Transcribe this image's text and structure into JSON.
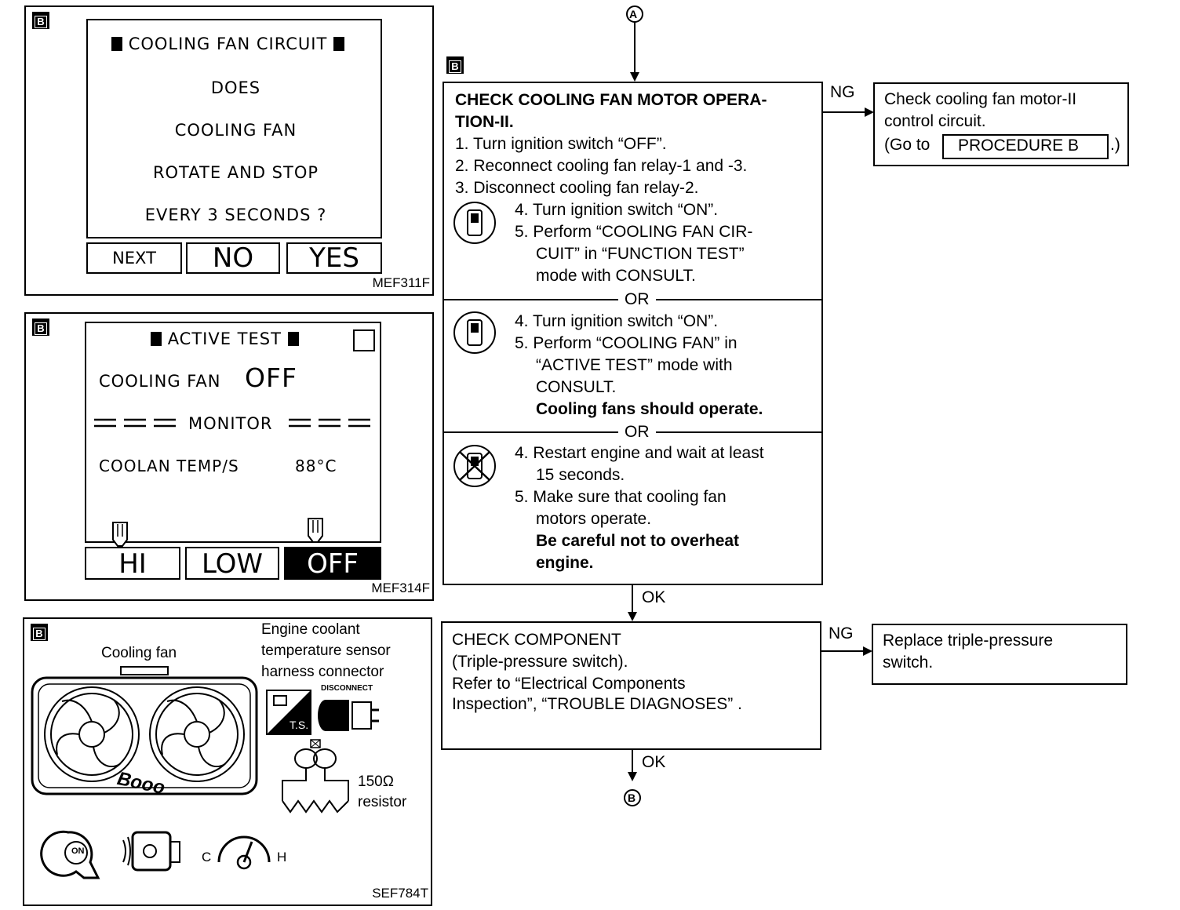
{
  "panel1": {
    "badge": "B",
    "title": "COOLING FAN CIRCUIT",
    "lines": [
      "DOES",
      "COOLING FAN",
      "ROTATE AND STOP",
      "EVERY 3 SECONDS ?"
    ],
    "buttons": [
      "NEXT",
      "NO",
      "YES"
    ],
    "code": "MEF311F"
  },
  "panel2": {
    "badge": "B",
    "title": "ACTIVE TEST",
    "fan_label": "COOLING FAN",
    "fan_value": "OFF",
    "monitor": "MONITOR",
    "temp_label": "COOLAN TEMP/S",
    "temp_value": "88°C",
    "buttons": [
      "HI",
      "LOW",
      "OFF"
    ],
    "code": "MEF314F"
  },
  "panel3": {
    "badge": "B",
    "fan_label": "Cooling fan",
    "sensor_label": [
      "Engine coolant",
      "temperature sensor",
      "harness connector"
    ],
    "ts_label": "T.S.",
    "disconnect_label": "DISCONNECT",
    "resistor_value": "150Ω",
    "resistor_label": "resistor",
    "sound": "Booo",
    "ign_label": "ON",
    "gauge_c": "C",
    "gauge_h": "H",
    "code": "SEF784T"
  },
  "flow": {
    "connector_top": "A",
    "connector_bottom": "B",
    "step_badge": "B",
    "check1": {
      "title_1": "CHECK COOLING FAN MOTOR OPERA-",
      "title_2": "TION-II.",
      "s1": "1. Turn ignition switch “OFF”.",
      "s2": "2. Reconnect cooling fan relay-1 and -3.",
      "s3": "3. Disconnect cooling fan relay-2.",
      "a4": "4. Turn ignition switch “ON”.",
      "a5a": "5. Perform “COOLING FAN CIR-",
      "a5b": "CUIT” in “FUNCTION TEST”",
      "a5c": "mode with CONSULT.",
      "or1": "OR",
      "b4": "4. Turn ignition switch “ON”.",
      "b5a": "5. Perform “COOLING FAN” in",
      "b5b": "“ACTIVE TEST” mode with",
      "b5c": "CONSULT.",
      "b_note": "Cooling fans should operate.",
      "or2": "OR",
      "c4a": "4. Restart engine and wait at least",
      "c4b": "15 seconds.",
      "c5a": "5. Make sure that cooling fan",
      "c5b": "motors operate.",
      "c_note_1": "Be careful not to overheat",
      "c_note_2": "engine."
    },
    "ng1": "NG",
    "result1": {
      "l1": "Check cooling fan motor-II",
      "l2": "control circuit.",
      "l3_pre": "(Go to",
      "proc": "PROCEDURE B",
      "l3_post": ".)"
    },
    "ok1": "OK",
    "check2": {
      "l1": "CHECK COMPONENT",
      "l2": "(Triple-pressure switch).",
      "l3": "Refer to “Electrical Components",
      "l4": "Inspection”, “TROUBLE DIAGNOSES” ."
    },
    "ng2": "NG",
    "result2": {
      "l1": "Replace triple-pressure",
      "l2": "switch."
    },
    "ok2": "OK"
  }
}
